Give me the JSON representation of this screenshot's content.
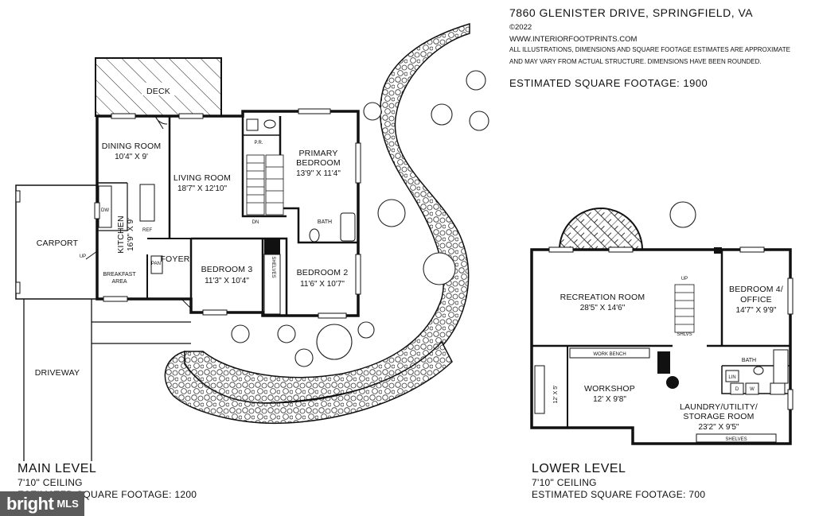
{
  "header": {
    "address": "7860 GLENISTER DRIVE, SPRINGFIELD, VA",
    "copyright": "©2022",
    "website": "WWW.INTERIORFOOTPRINTS.COM",
    "disclaimer_1": "ALL ILLUSTRATIONS, DIMENSIONS AND SQUARE FOOTAGE ESTIMATES ARE APPROXIMATE",
    "disclaimer_2": "AND MAY VARY FROM ACTUAL STRUCTURE. DIMENSIONS HAVE BEEN ROUNDED.",
    "total_sqft": "ESTIMATED SQUARE FOOTAGE: 1900"
  },
  "main_level": {
    "title": "MAIN LEVEL",
    "ceiling": "7'10\" CEILING",
    "sqft": "ESTIMATED SQUARE FOOTAGE: 1200",
    "rooms": {
      "deck": "DECK",
      "dining_name": "DINING ROOM",
      "dining_dim": "10'4\" X 9'",
      "living_name": "LIVING ROOM",
      "living_dim": "18'7\" X 12'10\"",
      "kitchen_name": "KITCHEN",
      "kitchen_dim": "16'9\" X 9'",
      "breakfast_1": "BREAKFAST",
      "breakfast_2": "AREA",
      "foyer": "FOYER",
      "carport": "CARPORT",
      "driveway": "DRIVEWAY",
      "primary_1": "PRIMARY",
      "primary_2": "BEDROOM",
      "primary_dim": "13'9\" X 11'4\"",
      "bedroom3_name": "BEDROOM 3",
      "bedroom3_dim": "11'3\" X 10'4\"",
      "bedroom2_name": "BEDROOM 2",
      "bedroom2_dim": "11'6\" X 10'7\"",
      "bath": "BATH",
      "pr": "P.R.",
      "pan": "PAN",
      "ref": "REF",
      "dw": "DW",
      "up": "UP",
      "dn": "DN",
      "shelves": "SHELVES"
    }
  },
  "lower_level": {
    "title": "LOWER LEVEL",
    "ceiling": "7'10\" CEILING",
    "sqft": "ESTIMATED SQUARE FOOTAGE: 700",
    "rooms": {
      "recreation_name": "RECREATION ROOM",
      "recreation_dim": "28'5\" X 14'6\"",
      "bedroom4_1": "BEDROOM 4/",
      "bedroom4_2": "OFFICE",
      "bedroom4_dim": "14'7\" X 9'9\"",
      "workshop_name": "WORKSHOP",
      "workshop_dim": "12' X 9'8\"",
      "laundry_name": "LAUNDRY/UTILITY/",
      "laundry_name_2": "STORAGE ROOM",
      "laundry_dim": "23'2\" X 9'5\"",
      "bath": "BATH",
      "work_bench": "WORK BENCH",
      "shelves": "SHELVES",
      "shlvs": "SHLVS",
      "up": "UP",
      "lin": "LIN",
      "d": "D",
      "w": "W",
      "small_dim": "12' X 5'"
    }
  },
  "badge": {
    "brand": "bright",
    "suffix": "MLS"
  }
}
